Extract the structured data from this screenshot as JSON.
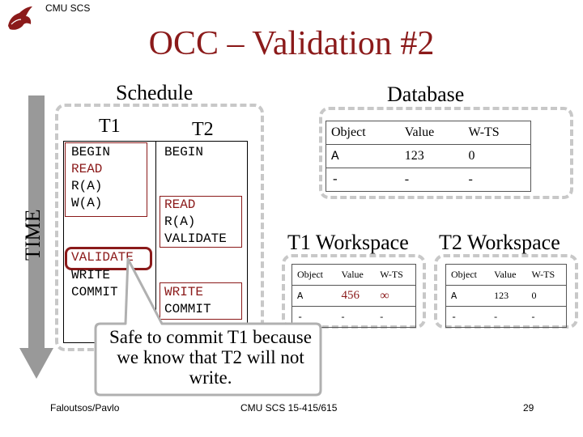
{
  "header": {
    "org": "CMU SCS"
  },
  "title": "OCC – Validation #2",
  "time_label": "TIME",
  "schedule": {
    "heading": "Schedule",
    "t1": {
      "label": "T1",
      "ops": [
        "BEGIN",
        "READ",
        "R(A)",
        "W(A)",
        "VALIDATE",
        "WRITE",
        "COMMIT"
      ]
    },
    "t2": {
      "label": "T2",
      "ops": [
        "BEGIN",
        "READ",
        "R(A)",
        "VALIDATE",
        "WRITE",
        "COMMIT"
      ]
    }
  },
  "database": {
    "heading": "Database",
    "columns": [
      "Object",
      "Value",
      "W-TS"
    ],
    "rows": [
      [
        "A",
        "123",
        "0"
      ],
      [
        "-",
        "-",
        "-"
      ]
    ]
  },
  "t1_workspace": {
    "heading": "T1 Workspace",
    "columns": [
      "Object",
      "Value",
      "W-TS"
    ],
    "rows": [
      [
        "A",
        "456",
        "∞"
      ],
      [
        "-",
        "-",
        "-"
      ]
    ]
  },
  "t2_workspace": {
    "heading": "T2 Workspace",
    "columns": [
      "Object",
      "Value",
      "W-TS"
    ],
    "rows": [
      [
        "A",
        "123",
        "0"
      ],
      [
        "-",
        "-",
        "-"
      ]
    ]
  },
  "callout": "Safe to commit T1 because we know that T2 will not write.",
  "footer": {
    "left": "Faloutsos/Pavlo",
    "center": "CMU SCS 15-415/615",
    "page": "29"
  },
  "colors": {
    "title": "#8b1a1a",
    "accent_red": "#8b1a1a",
    "dash": "#c8c8c8",
    "arrow": "#999999"
  }
}
